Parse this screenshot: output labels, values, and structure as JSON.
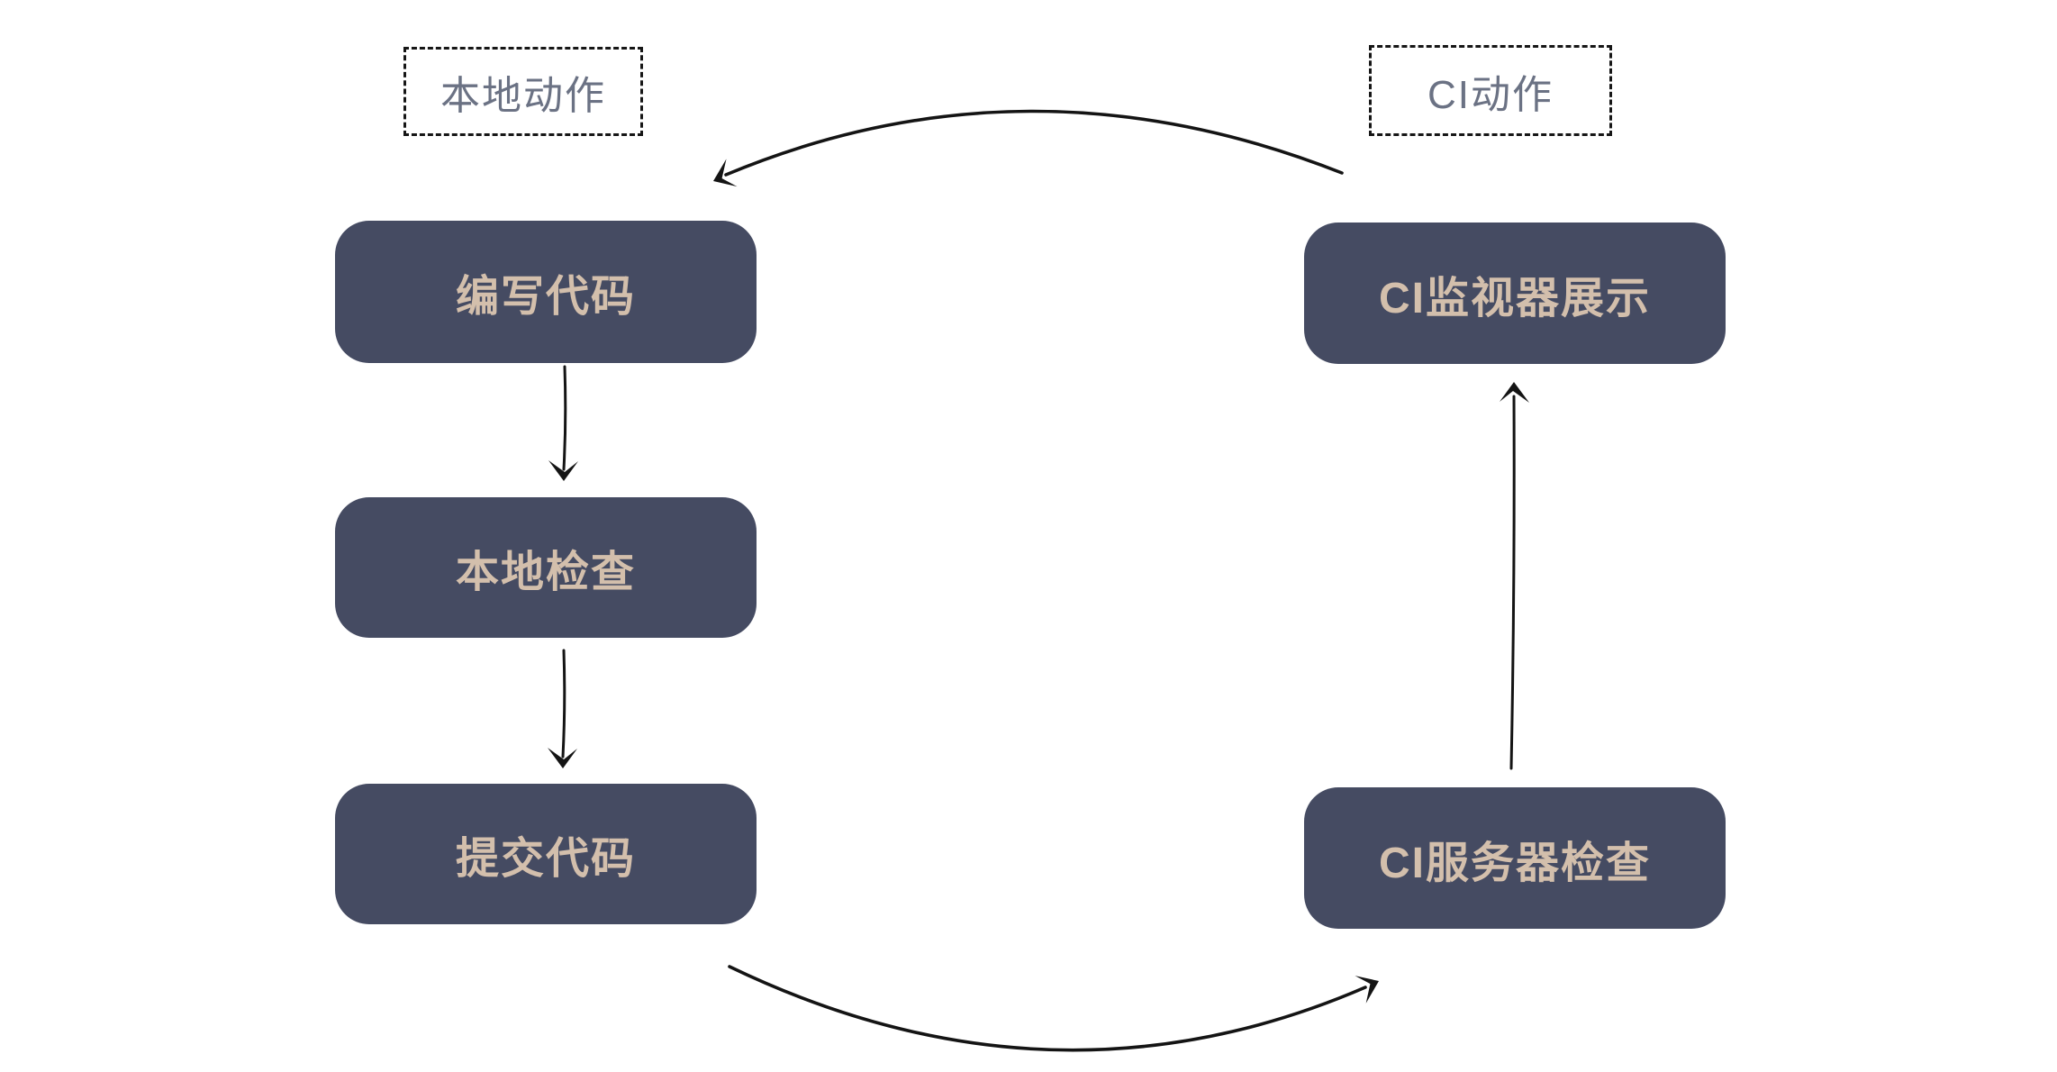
{
  "diagram": {
    "type": "flowchart",
    "group_labels": [
      {
        "id": "local-actions",
        "text": "本地动作"
      },
      {
        "id": "ci-actions",
        "text": "CI动作"
      }
    ],
    "nodes": [
      {
        "id": "write-code",
        "text": "编写代码",
        "group": "local-actions"
      },
      {
        "id": "local-check",
        "text": "本地检查",
        "group": "local-actions"
      },
      {
        "id": "commit-code",
        "text": "提交代码",
        "group": "local-actions"
      },
      {
        "id": "ci-monitor-display",
        "text": "CI监视器展示",
        "group": "ci-actions"
      },
      {
        "id": "ci-server-check",
        "text": "CI服务器检查",
        "group": "ci-actions"
      }
    ],
    "edges": [
      {
        "from": "write-code",
        "to": "local-check",
        "style": "straight-down"
      },
      {
        "from": "local-check",
        "to": "commit-code",
        "style": "straight-down"
      },
      {
        "from": "commit-code",
        "to": "ci-server-check",
        "style": "curved"
      },
      {
        "from": "ci-server-check",
        "to": "ci-monitor-display",
        "style": "straight-up"
      },
      {
        "from": "ci-monitor-display",
        "to": "write-code",
        "style": "curved"
      }
    ],
    "colors": {
      "background": "#ffffff",
      "node_bg": "#454b62",
      "node_text": "#d3bfac",
      "label_text": "#6b7284",
      "label_border": "#161616",
      "arrow": "#141414"
    }
  }
}
